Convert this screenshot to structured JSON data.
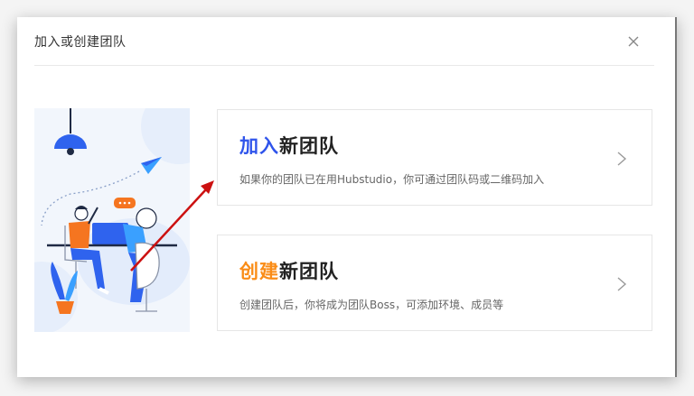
{
  "dialog": {
    "title": "加入或创建团队",
    "close_icon": "close-icon"
  },
  "illustration": {
    "description": "team-high-five-illustration"
  },
  "options": [
    {
      "highlight": "加入",
      "rest": "新团队",
      "highlight_color": "#2f54eb",
      "description": "如果你的团队已在用Hubstudio，你可通过团队码或二维码加入",
      "icon": "chevron-right-icon"
    },
    {
      "highlight": "创建",
      "rest": "新团队",
      "highlight_color": "#fa8c16",
      "description": "创建团队后，你将成为团队Boss，可添加环境、成员等",
      "icon": "chevron-right-icon"
    }
  ],
  "background": {
    "obscured_text": "..."
  },
  "annotation": {
    "arrow_color": "#cc1111"
  }
}
